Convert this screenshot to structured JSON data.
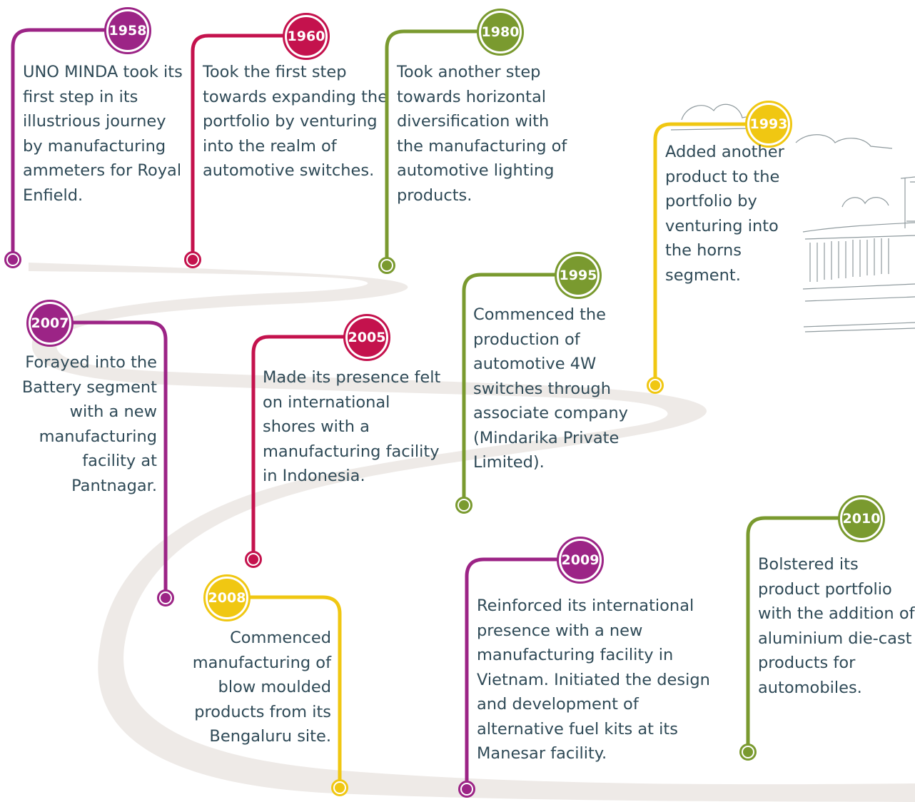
{
  "colors": {
    "purple": "#9c2486",
    "crimson": "#c4124d",
    "olive": "#7a9a2f",
    "yellow": "#f0c712",
    "road": "#eeeae7",
    "text": "#2f4a57"
  },
  "milestones": [
    {
      "year": "1958",
      "color": "purple",
      "text": "UNO MINDA took its first step in its illustrious journey by manufacturing ammeters for Royal Enfield."
    },
    {
      "year": "1960",
      "color": "crimson",
      "text": "Took the first step towards expanding the portfolio by venturing into the realm of automotive switches."
    },
    {
      "year": "1980",
      "color": "olive",
      "text": "Took another step towards horizontal diversification with the manufacturing of automotive lighting products."
    },
    {
      "year": "1993",
      "color": "yellow",
      "text": "Added another product to the portfolio by venturing into the horns segment."
    },
    {
      "year": "1995",
      "color": "olive",
      "text": "Commenced the production of automotive 4W switches through associate company (Mindarika Private Limited)."
    },
    {
      "year": "2005",
      "color": "crimson",
      "text": "Made its presence felt on international shores with a manufacturing facility in Indonesia."
    },
    {
      "year": "2007",
      "color": "purple",
      "text": "Forayed into the Battery segment with a new manufacturing facility at Pantnagar."
    },
    {
      "year": "2008",
      "color": "yellow",
      "text": "Commenced manufacturing of blow moulded products from its Bengaluru site."
    },
    {
      "year": "2009",
      "color": "purple",
      "text": "Reinforced its international presence with a new manufacturing facility in Vietnam. Initiated the design and development of alternative fuel kits at its Manesar facility."
    },
    {
      "year": "2010",
      "color": "olive",
      "text": "Bolstered its product portfolio with the addition of aluminium die-cast products for automobiles."
    }
  ]
}
